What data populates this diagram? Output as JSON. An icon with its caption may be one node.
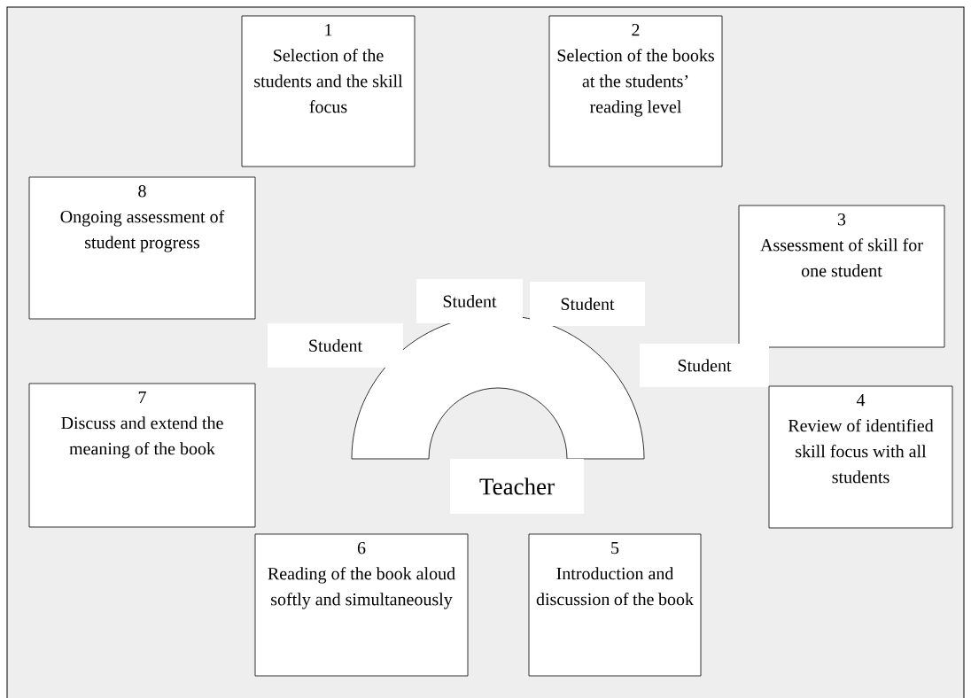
{
  "diagram": {
    "nodes": [
      {
        "text": [
          "1",
          "Selection of the students and the skill focus"
        ]
      },
      {
        "text": [
          "2",
          "Selection of the books at the students’ reading level"
        ]
      },
      {
        "text": [
          "8",
          "Ongoing assessment of student progress"
        ]
      },
      {
        "text": [
          "3",
          "Assessment of skill for one student"
        ]
      },
      {
        "text": [
          "Student"
        ]
      },
      {
        "text": [
          "Student"
        ]
      },
      {
        "text": [
          "Student"
        ]
      },
      {
        "text": [
          "Student"
        ]
      },
      {
        "text": [
          "7",
          "Discuss and extend the meaning of the book"
        ]
      },
      {
        "text": [
          "4",
          "Review of identified skill focus with all students"
        ]
      },
      {
        "text": [
          "Teacher"
        ]
      },
      {
        "text": [
          "6",
          "Reading of the book aloud softly and simultaneously"
        ]
      },
      {
        "text": [
          "5",
          "Introduction and discussion of the book"
        ]
      }
    ]
  }
}
